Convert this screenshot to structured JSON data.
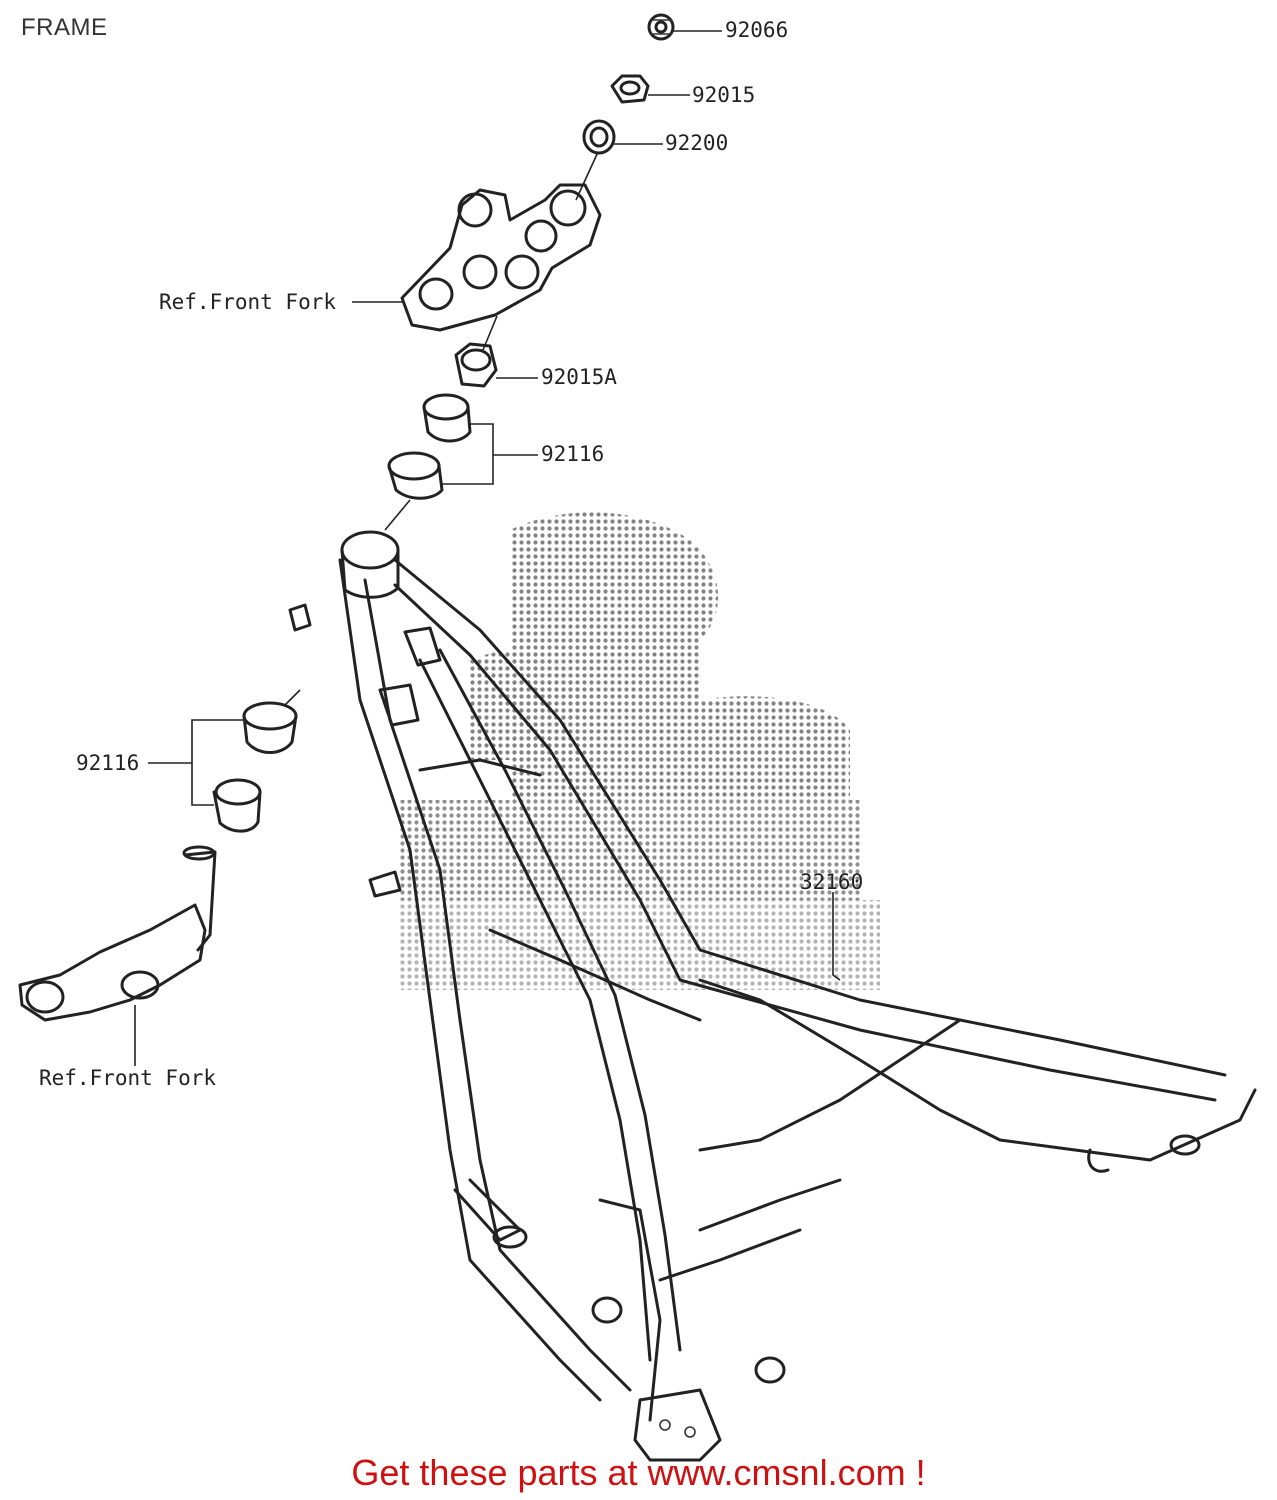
{
  "page": {
    "title": "FRAME",
    "footer": "Get these parts at www.cmsnl.com !"
  },
  "callouts": {
    "nut_cap": "92066",
    "nut": "92015",
    "washer": "92200",
    "upper_bracket_ref": "Ref.Front Fork",
    "stem_nut": "92015A",
    "upper_bearing": "92116",
    "lower_bearing": "92116",
    "lower_bracket_ref": "Ref.Front Fork",
    "frame_part": "32160"
  },
  "colors": {
    "line": "#222222",
    "footer_text": "#d01010",
    "watermark": "#555555"
  }
}
